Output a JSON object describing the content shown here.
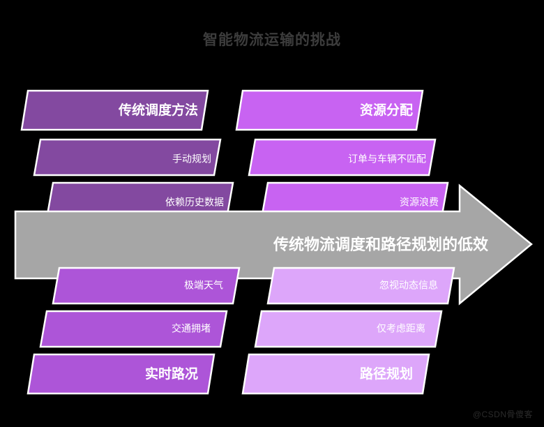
{
  "page": {
    "background_color": "#000000",
    "title": "智能物流运输的挑战",
    "title_color": "#3c3c3c"
  },
  "arrow": {
    "label": "传统物流调度和路径规划的低效",
    "color": "#a6a6a6",
    "outline_color": "#ffffff",
    "text_color": "#ffffff"
  },
  "groups": [
    {
      "id": "top-left",
      "name": "传统调度方法",
      "color": "#8349a0",
      "bands": [
        {
          "label": "传统调度方法",
          "emphasis": "head"
        },
        {
          "label": "手动规划",
          "emphasis": "sub"
        },
        {
          "label": "依赖历史数据",
          "emphasis": "sub"
        }
      ]
    },
    {
      "id": "top-right",
      "name": "资源分配",
      "color": "#c863f2",
      "bands": [
        {
          "label": "资源分配",
          "emphasis": "head"
        },
        {
          "label": "订单与车辆不匹配",
          "emphasis": "sub"
        },
        {
          "label": "资源浪费",
          "emphasis": "sub"
        }
      ]
    },
    {
      "id": "bottom-left",
      "name": "实时路况",
      "color": "#ad55d8",
      "bands": [
        {
          "label": "极端天气",
          "emphasis": "sub"
        },
        {
          "label": "交通拥堵",
          "emphasis": "sub"
        },
        {
          "label": "实时路况",
          "emphasis": "head"
        }
      ]
    },
    {
      "id": "bottom-right",
      "name": "路径规划",
      "color": "#dda6fa",
      "bands": [
        {
          "label": "忽视动态信息",
          "emphasis": "sub"
        },
        {
          "label": "仅考虑距离",
          "emphasis": "sub"
        },
        {
          "label": "路径规划",
          "emphasis": "head"
        }
      ]
    }
  ],
  "watermark": {
    "text": "@CSDN骨傻客"
  }
}
